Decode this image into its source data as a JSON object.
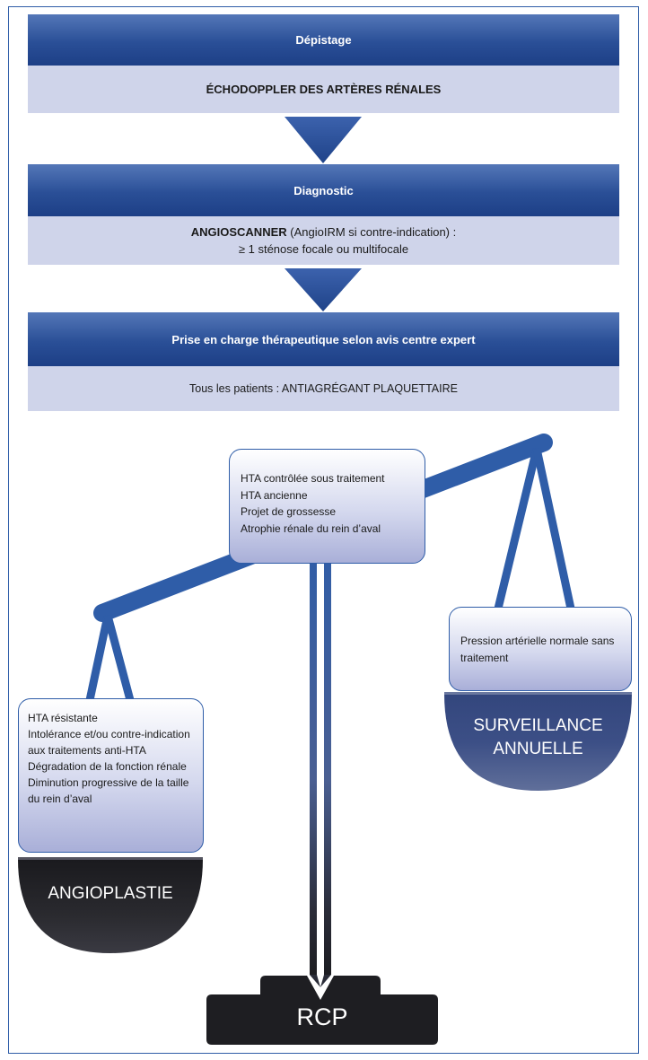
{
  "steps": [
    {
      "header": "Dépistage",
      "body_strong": "ÉCHODOPPLER DES ARTÈRES RÉNALES",
      "body_rest": "",
      "body_line2": ""
    },
    {
      "header": "Diagnostic",
      "body_strong": "ANGIOSCANNER",
      "body_rest": " (AngioIRM si contre-indication) :",
      "body_line2": "≥ 1 sténose focale ou multifocale"
    },
    {
      "header": "Prise en charge thérapeutique selon avis centre expert",
      "body_strong": "",
      "body_rest": "Tous les patients : ANTIAGRÉGANT PLAQUETTAIRE",
      "body_line2": ""
    }
  ],
  "balance": {
    "center_criteria": [
      "HTA contrôlée sous traitement",
      "HTA ancienne",
      "Projet de grossesse",
      "Atrophie rénale du rein d’aval"
    ],
    "left_criteria": [
      "HTA résistante",
      "Intolérance et/ou contre-indication aux traitements anti-HTA",
      "Dégradation de la fonction rénale",
      "Diminution progressive de la taille du rein d’aval"
    ],
    "right_criteria": [
      "Pression artérielle normale sans traitement"
    ],
    "left_pan_label": "ANGIOPLASTIE",
    "right_pan_label_line1": "SURVEILLANCE",
    "right_pan_label_line2": "ANNUELLE",
    "base_label": "RCP"
  },
  "colors": {
    "blue_dark": "#2a4f97",
    "blue_light_band": "#cfd4ea",
    "beam_blue": "#2f5da8",
    "pan_dark": "#1e1e22",
    "pan_blue": "#3c4f86"
  }
}
